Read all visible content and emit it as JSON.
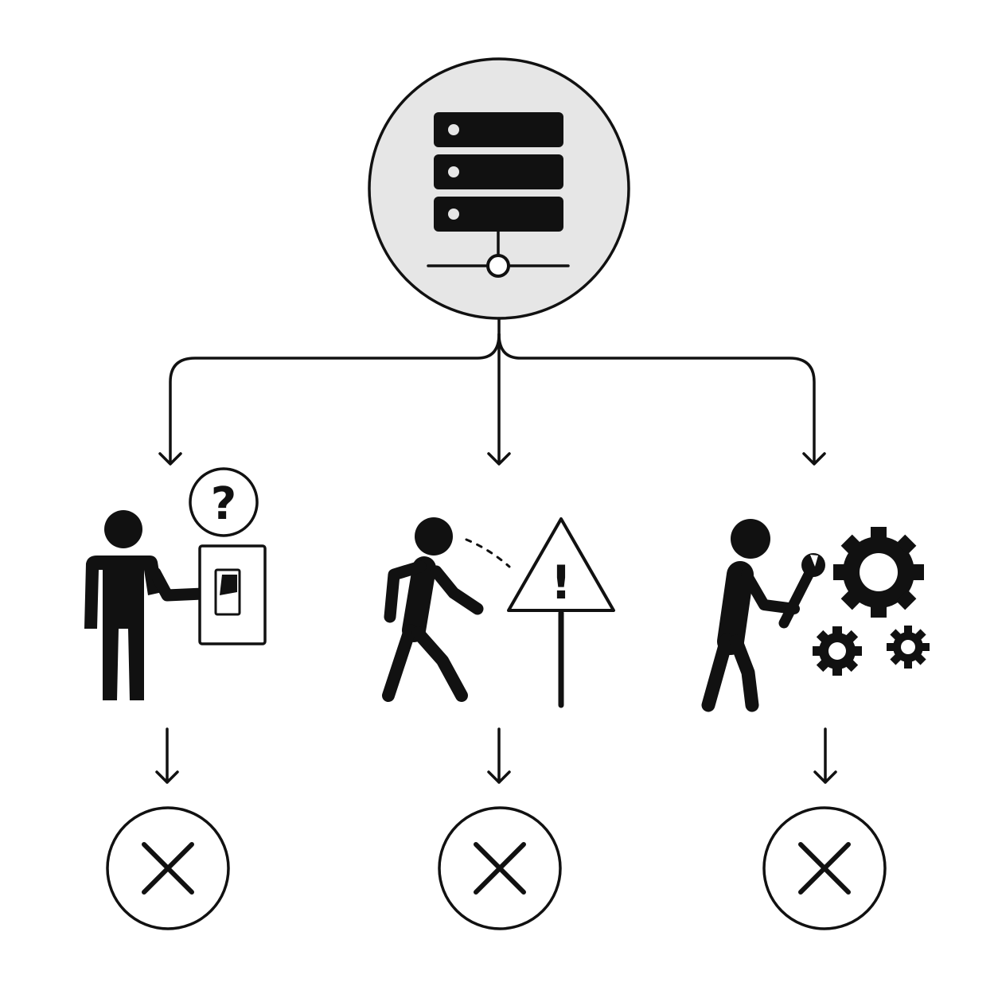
{
  "diagram": {
    "hub": {
      "icon": "server-network-icon"
    },
    "branches": [
      {
        "id": "switch",
        "actor_icon": "person-flipping-switch-icon",
        "symbol": "?",
        "symbol_icon": "question-bubble-icon",
        "outcome_icon": "x-circle-icon"
      },
      {
        "id": "hazard",
        "actor_icon": "person-walking-icon",
        "symbol": "!",
        "symbol_icon": "warning-sign-icon",
        "outcome_icon": "x-circle-icon"
      },
      {
        "id": "repair",
        "actor_icon": "person-with-wrench-icon",
        "symbol_icon": "gears-icon",
        "outcome_icon": "x-circle-icon"
      }
    ],
    "colors": {
      "stroke": "#111111",
      "hub_fill": "#e6e6e6",
      "background": "#ffffff"
    }
  }
}
